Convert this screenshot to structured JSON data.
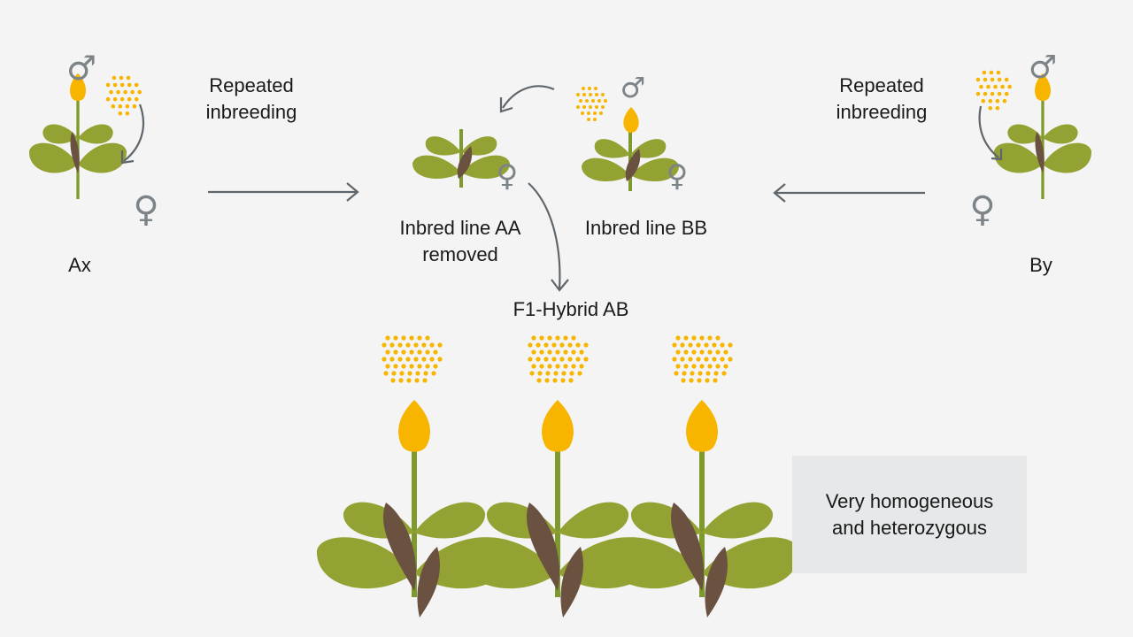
{
  "labels": {
    "parent_left": "Ax",
    "parent_right": "By",
    "inbreeding_left": "Repeated inbreeding",
    "inbreeding_right": "Repeated inbreeding",
    "inbred_aa": "Inbred line AA removed",
    "inbred_bb": "Inbred line BB",
    "hybrid": "F1-Hybrid AB",
    "note": "Very homogeneous and heterozygous"
  },
  "symbols": {
    "male": "♂",
    "female": "♀"
  },
  "colors": {
    "background": "#f4f4f4",
    "leaf_green": "#93a233",
    "stem_green": "#7f9a2c",
    "dark_leaf": "#6b5240",
    "flower_yellow": "#f7b500",
    "pollen_yellow": "#f7b500",
    "arrow_gray": "#5f666b",
    "symbol_gray": "#7d8488",
    "note_box": "#e6e8ea"
  }
}
